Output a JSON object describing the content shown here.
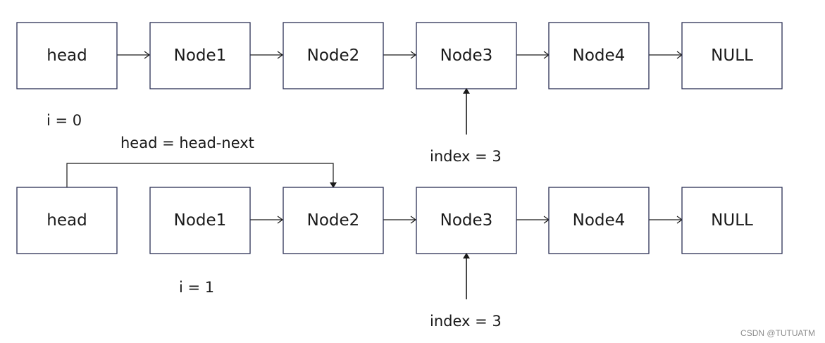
{
  "rows": [
    {
      "nodes": [
        "head",
        "Node1",
        "Node2",
        "Node3",
        "Node4",
        "NULL"
      ],
      "links": [
        [
          0,
          1
        ],
        [
          1,
          2
        ],
        [
          2,
          3
        ],
        [
          3,
          4
        ],
        [
          4,
          5
        ]
      ],
      "loop_label": "i = 0",
      "pointer_label": "index = 3",
      "pointer_target": 3
    },
    {
      "nodes": [
        "head",
        "Node1",
        "Node2",
        "Node3",
        "Node4",
        "NULL"
      ],
      "links": [
        [
          1,
          2
        ],
        [
          2,
          3
        ],
        [
          3,
          4
        ],
        [
          4,
          5
        ]
      ],
      "loop_label": "i = 1",
      "pointer_label": "index = 3",
      "pointer_target": 3,
      "bypass_link": [
        0,
        2
      ]
    }
  ],
  "bypass_label": "head = head-next",
  "watermark": "CSDN @TUTUATM"
}
